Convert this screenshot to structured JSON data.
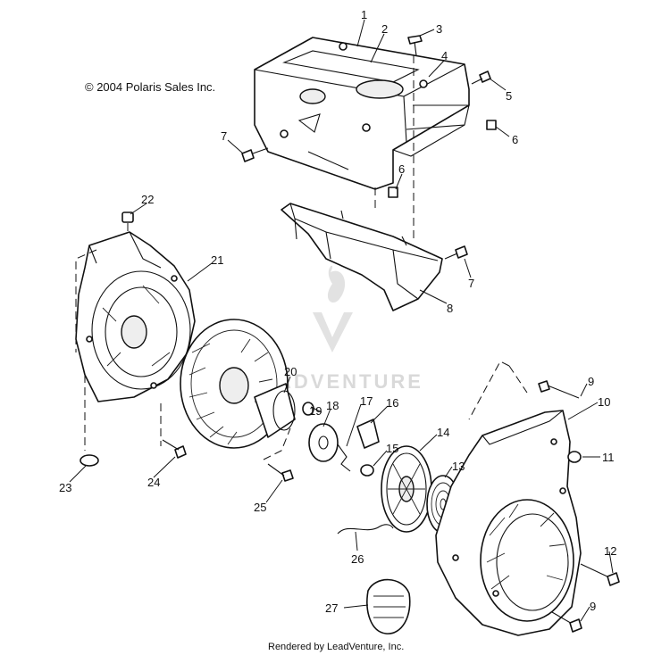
{
  "copyright": "© 2004 Polaris Sales Inc.",
  "credit": "Rendered by LeadVenture, Inc.",
  "watermark": "ADVENTURE",
  "callouts": [
    "1",
    "2",
    "3",
    "4",
    "5",
    "6",
    "6",
    "7",
    "7",
    "8",
    "9",
    "9",
    "10",
    "11",
    "12",
    "13",
    "14",
    "15",
    "16",
    "17",
    "18",
    "19",
    "20",
    "21",
    "22",
    "23",
    "24",
    "25",
    "26",
    "27"
  ]
}
